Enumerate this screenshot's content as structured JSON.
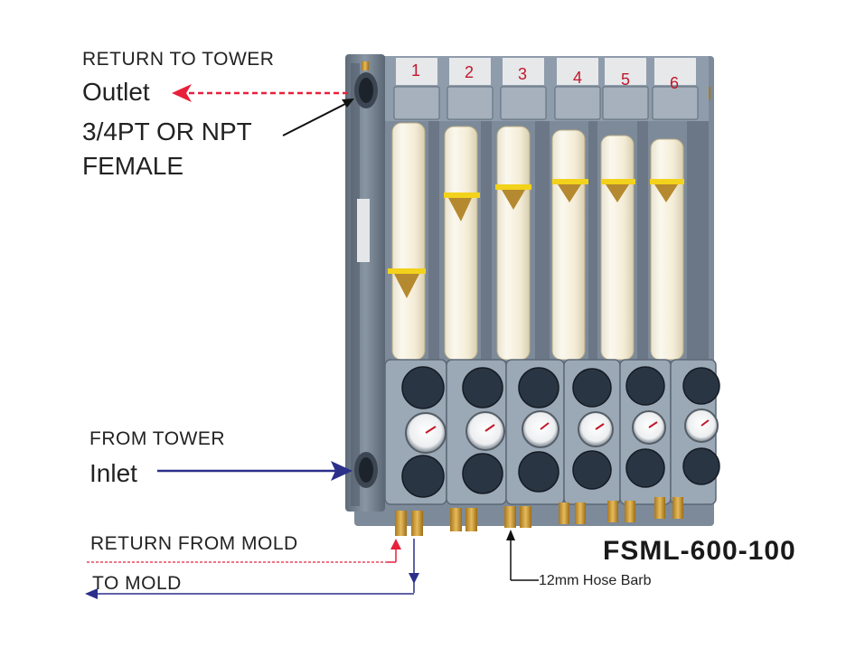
{
  "labels": {
    "return_to_tower": "RETURN TO TOWER",
    "outlet": "Outlet",
    "thread_spec_line1": "3/4PT OR NPT",
    "thread_spec_line2": "FEMALE",
    "from_tower": "FROM TOWER",
    "inlet": "Inlet",
    "return_from_mold": "RETURN FROM MOLD",
    "to_mold": "TO MOLD",
    "model": "FSML-600-100",
    "hose_barb": "12mm Hose Barb"
  },
  "channels": [
    "1",
    "2",
    "3",
    "4",
    "5",
    "6"
  ],
  "colors": {
    "outlet_arrow": "#e8203a",
    "inlet_arrow": "#2b2f8a",
    "frame": "#6f7c8c",
    "knob": "#2a3544",
    "brass": "#c8962e",
    "float_ring": "#f2d21b"
  }
}
